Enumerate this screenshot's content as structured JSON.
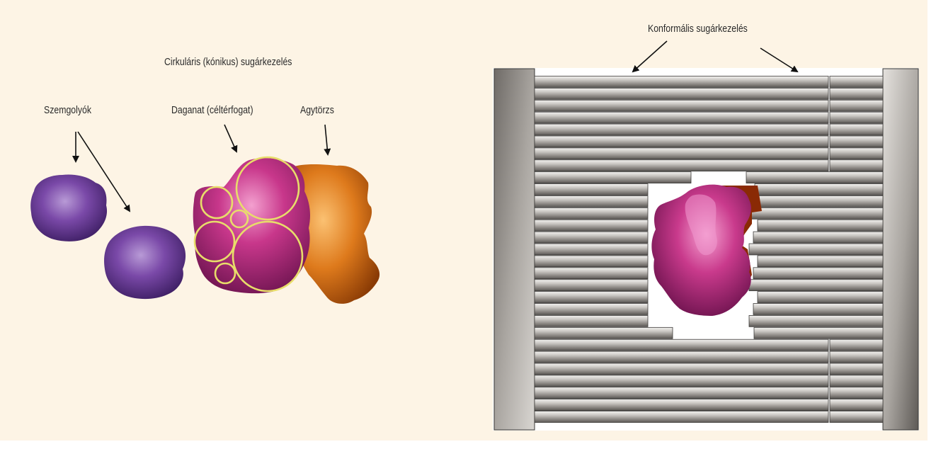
{
  "left_panel": {
    "title": "Cirkuláris (kónikus) sugárkezelés",
    "labels": {
      "eyeballs": "Szemgolyók",
      "tumor": "Daganat (céltérfogat)",
      "brainstem": "Agytörzs"
    },
    "colors": {
      "eyeball": "#6a3b95",
      "tumor": "#c4307e",
      "brainstem": "#d8731b",
      "cone_circle": "#e8dd6a"
    }
  },
  "right_panel": {
    "title": "Konformális sugárkezelés",
    "colors": {
      "collimator_leaf": "#c9c6c2",
      "collimator_jaw": "#8f8b86",
      "tumor": "#c4307e",
      "shadow": "#8a2a05"
    }
  },
  "background_color": "#fdf4e5"
}
